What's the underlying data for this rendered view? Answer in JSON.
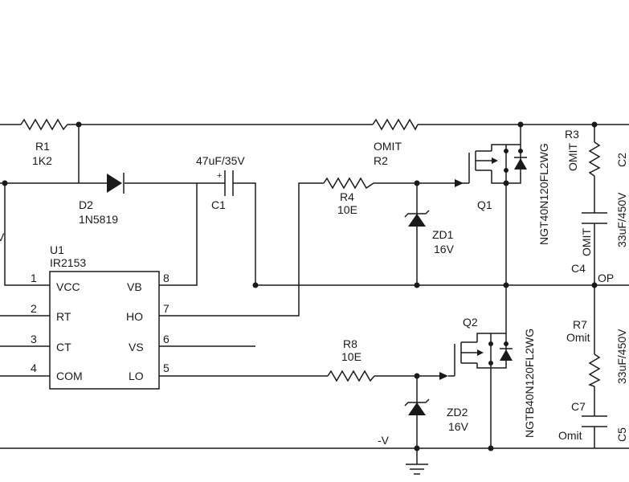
{
  "components": {
    "R1": {
      "ref": "R1",
      "value": "1K2"
    },
    "D2": {
      "ref": "D2",
      "value": "1N5819"
    },
    "C1": {
      "ref": "C1",
      "value": "47uF/35V",
      "polarity": "+"
    },
    "R2": {
      "ref": "R2",
      "value": "OMIT"
    },
    "R4": {
      "ref": "R4",
      "value": "10E"
    },
    "ZD1": {
      "ref": "ZD1",
      "value": "16V"
    },
    "Q1": {
      "ref": "Q1",
      "part": "NGT40N120FL2WG"
    },
    "R3": {
      "ref": "R3",
      "value": "OMIT"
    },
    "C4": {
      "ref": "C4",
      "value": "OMIT"
    },
    "U1": {
      "ref": "U1",
      "part": "IR2153",
      "pins": [
        {
          "num": "1",
          "name": "VCC"
        },
        {
          "num": "2",
          "name": "RT"
        },
        {
          "num": "3",
          "name": "CT"
        },
        {
          "num": "4",
          "name": "COM"
        },
        {
          "num": "8",
          "name": "VB"
        },
        {
          "num": "7",
          "name": "HO"
        },
        {
          "num": "6",
          "name": "VS"
        },
        {
          "num": "5",
          "name": "LO"
        }
      ]
    },
    "Q2": {
      "ref": "Q2",
      "part": "NGTB40N120FL2WG"
    },
    "R8": {
      "ref": "R8",
      "value": "10E"
    },
    "ZD2": {
      "ref": "ZD2",
      "value": "16V"
    },
    "R7": {
      "ref": "R7",
      "value": "Omit"
    },
    "C7": {
      "ref": "C7",
      "value": "Omit"
    }
  },
  "nets": {
    "output": "OP",
    "negative_rail": "-V"
  },
  "clipped_labels": {
    "c2_ref": "C2",
    "c2_rating": "33uF/450V",
    "c5_ref": "C5",
    "c5_rating": "33uF/450V",
    "left_stub": "V"
  },
  "colors": {
    "ink": "#1a1a1a",
    "background": "#ffffff"
  }
}
